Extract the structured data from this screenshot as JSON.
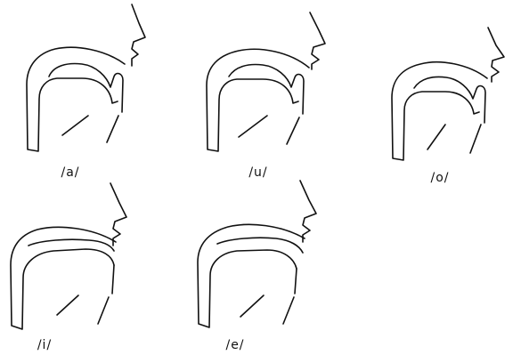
{
  "figure": {
    "diagrams": [
      {
        "id": "a",
        "label": "/a/"
      },
      {
        "id": "u",
        "label": "/u/"
      },
      {
        "id": "o",
        "label": "/o/"
      },
      {
        "id": "i",
        "label": "/i/"
      },
      {
        "id": "e",
        "label": "/e/"
      }
    ]
  }
}
